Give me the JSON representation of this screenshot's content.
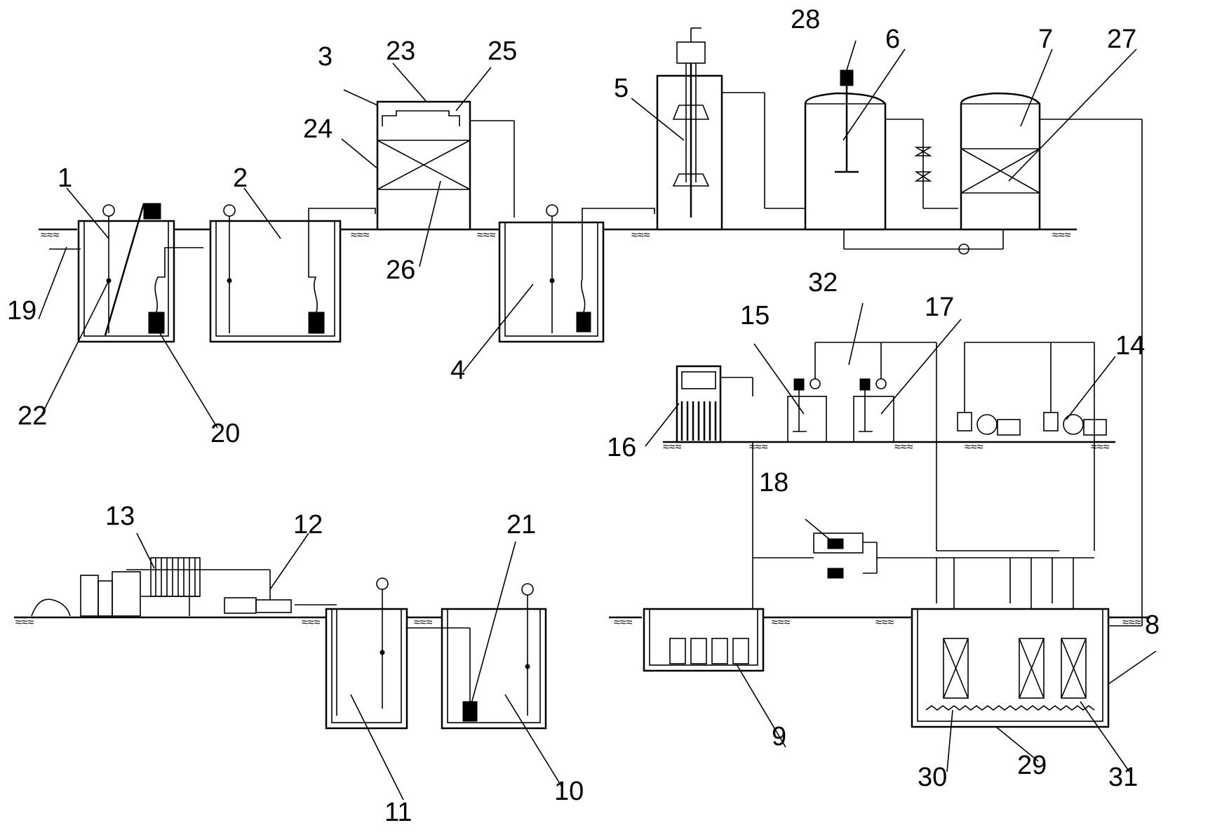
{
  "labels": {
    "n1": "1",
    "n2": "2",
    "n3": "3",
    "n4": "4",
    "n5": "5",
    "n6": "6",
    "n7": "7",
    "n8": "8",
    "n9": "9",
    "n10": "10",
    "n11": "11",
    "n12": "12",
    "n13": "13",
    "n14": "14",
    "n15": "15",
    "n16": "16",
    "n17": "17",
    "n18": "18",
    "n19": "19",
    "n20": "20",
    "n21": "21",
    "n22": "22",
    "n23": "23",
    "n24": "24",
    "n25": "25",
    "n26": "26",
    "n27": "27",
    "n28": "28",
    "n29": "29",
    "n30": "30",
    "n31": "31",
    "n32": "32"
  },
  "colors": {
    "line": "#000000",
    "background": "#ffffff"
  }
}
